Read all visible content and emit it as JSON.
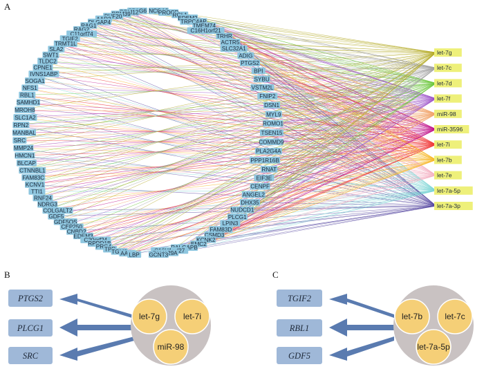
{
  "panels": {
    "a": "A",
    "b": "B",
    "c": "C"
  },
  "network": {
    "genes_left": [
      "SPAG6",
      "RBM12",
      "RBM39",
      "PHF20",
      "AAR2",
      "DLGAP4",
      "RAG1",
      "RAG2",
      "C11orf74",
      "TGIF2",
      "TRMT1L",
      "SLA2",
      "SWT1",
      "TLDC2",
      "CPNE1",
      "IVNS1ABP",
      "SOGA1",
      "NFS1",
      "RBL1",
      "SAMHD1",
      "MROH8",
      "SLC1A2",
      "RPN2",
      "MANBAL",
      "SRC",
      "MMP24",
      "HMCN1",
      "BLCAP",
      "CTNNBL1",
      "FAM83C",
      "KCNV1",
      "TTI1",
      "RNF24",
      "NDRG3",
      "COLGALT2",
      "GDF5",
      "GDF5OS",
      "CEP250",
      "CNBD2",
      "EDEM3",
      "C20orf24",
      "RPRD1B",
      "PRG4",
      "TPR",
      "TGM2",
      "AA17",
      "LBP"
    ],
    "genes_right": [
      "NCOA3",
      "PROCR",
      "RGL1",
      "EDEM2",
      "TRPC4AP",
      "TMEM74",
      "C16H1orf21",
      "TRHR",
      "ACTR5",
      "SLC32A1",
      "ADIG",
      "PTGS2",
      "BPI",
      "SYBU",
      "VSTM2L",
      "FNIP2",
      "DSN1",
      "MYL9",
      "ROMO1",
      "TSEN15",
      "COMMD9",
      "PLA2G4A",
      "PPP1R16B",
      "RNAT",
      "EIF3E",
      "CENPF",
      "ANGEL2",
      "DHX35",
      "NUDCD1",
      "PLCG1",
      "LPIN3",
      "FAM83D",
      "CSMD3",
      "KCNK2",
      "EMC2",
      "RALGAPB",
      "C16H1orf27",
      "FAM129A",
      "GCNT3"
    ],
    "mirnas": [
      "let-7g",
      "let-7c",
      "let-7d",
      "let-7f",
      "miR-98",
      "miR-3596",
      "let-7i",
      "let-7b",
      "let-7e",
      "let-7a-5p",
      "let-7a-3p"
    ],
    "colors": {
      "node": "#8ec6df",
      "mirna_node": "#eef07a",
      "let-7g": "#b5ac2a",
      "let-7c": "#a3a3a3",
      "let-7d": "#6cc73d",
      "let-7f": "#9d55c9",
      "miR-98": "#f2a66c",
      "miR-3596": "#c2188e",
      "let-7i": "#f03d3d",
      "let-7b": "#f7b829",
      "let-7e": "#f4b3c4",
      "let-7a-5p": "#7fd6d6",
      "let-7a-3p": "#5a4ba3"
    }
  },
  "panel_b": {
    "targets": [
      "PTGS2",
      "PLCG1",
      "SRC"
    ],
    "mirnas": [
      "let-7g",
      "let-7i",
      "miR-98"
    ]
  },
  "panel_c": {
    "targets": [
      "TGIF2",
      "RBL1",
      "GDF5"
    ],
    "mirnas": [
      "let-7b",
      "let-7c",
      "let-7a-5p"
    ]
  },
  "style": {
    "arrow": "#5a7bb0",
    "box": "#9fb8d8",
    "cluster_bg": "#c9c2c2",
    "mirna_circle": "#f5cf77"
  }
}
